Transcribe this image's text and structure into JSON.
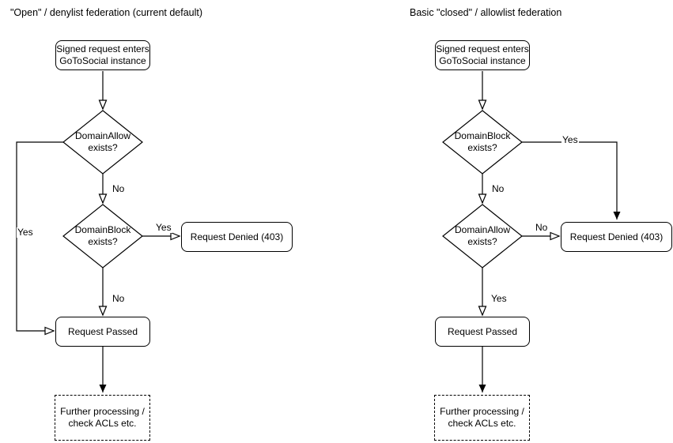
{
  "diagram": {
    "colors": {
      "stroke": "#000000",
      "node_fill": "#ffffff",
      "text": "#000000",
      "background": "#ffffff"
    },
    "left": {
      "title": "\"Open\" / denylist federation (current default)",
      "start": {
        "line1": "Signed request enters",
        "line2": "GoToSocial instance"
      },
      "decision1": {
        "line1": "DomainAllow",
        "line2": "exists?"
      },
      "decision2": {
        "line1": "DomainBlock",
        "line2": "exists?"
      },
      "denied": "Request Denied (403)",
      "passed": "Request Passed",
      "further": {
        "line1": "Further processing /",
        "line2": "check ACLs etc."
      },
      "edge_labels": {
        "decision1_yes": "Yes",
        "decision1_no": "No",
        "decision2_yes": "Yes",
        "decision2_no": "No"
      }
    },
    "right": {
      "title": "Basic \"closed\" / allowlist federation",
      "start": {
        "line1": "Signed request enters",
        "line2": "GoToSocial instance"
      },
      "decision1": {
        "line1": "DomainBlock",
        "line2": "exists?"
      },
      "decision2": {
        "line1": "DomainAllow",
        "line2": "exists?"
      },
      "denied": "Request Denied (403)",
      "passed": "Request Passed",
      "further": {
        "line1": "Further processing /",
        "line2": "check ACLs etc."
      },
      "edge_labels": {
        "decision1_yes": "Yes",
        "decision1_no": "No",
        "decision2_no": "No",
        "decision2_yes": "Yes"
      }
    }
  }
}
